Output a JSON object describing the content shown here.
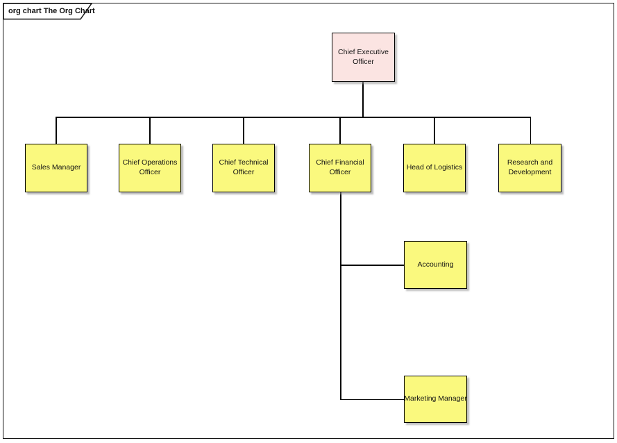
{
  "frame": {
    "label": "org chart The Org Chart",
    "type_prefix": "org chart",
    "diagram_name": "The Org Chart"
  },
  "diagram": {
    "colors": {
      "executive_fill": "#fbe4e2",
      "department_fill": "#faf97e",
      "node_border": "#000000",
      "connector": "#000000",
      "frame_border": "#141414"
    },
    "nodes": [
      {
        "id": "ceo",
        "label": "Chief Executive Officer",
        "role": "executive"
      },
      {
        "id": "sales-manager",
        "label": "Sales Manager",
        "role": "department"
      },
      {
        "id": "chief-operations-officer",
        "label": "Chief Operations Officer",
        "role": "department"
      },
      {
        "id": "chief-technical-officer",
        "label": "Chief Technical Officer",
        "role": "department"
      },
      {
        "id": "chief-financial-officer",
        "label": "Chief Financial Officer",
        "role": "department"
      },
      {
        "id": "head-of-logistics",
        "label": "Head of Logistics",
        "role": "department"
      },
      {
        "id": "research-and-development",
        "label": "Research and Development",
        "role": "department"
      },
      {
        "id": "accounting",
        "label": "Accounting",
        "role": "department"
      },
      {
        "id": "marketing-manager",
        "label": "Marketing Manager",
        "role": "department"
      }
    ],
    "edges": [
      {
        "from": "ceo",
        "to": "sales-manager"
      },
      {
        "from": "ceo",
        "to": "chief-operations-officer"
      },
      {
        "from": "ceo",
        "to": "chief-technical-officer"
      },
      {
        "from": "ceo",
        "to": "chief-financial-officer"
      },
      {
        "from": "ceo",
        "to": "head-of-logistics"
      },
      {
        "from": "ceo",
        "to": "research-and-development"
      },
      {
        "from": "chief-financial-officer",
        "to": "accounting"
      },
      {
        "from": "chief-financial-officer",
        "to": "marketing-manager"
      }
    ]
  }
}
